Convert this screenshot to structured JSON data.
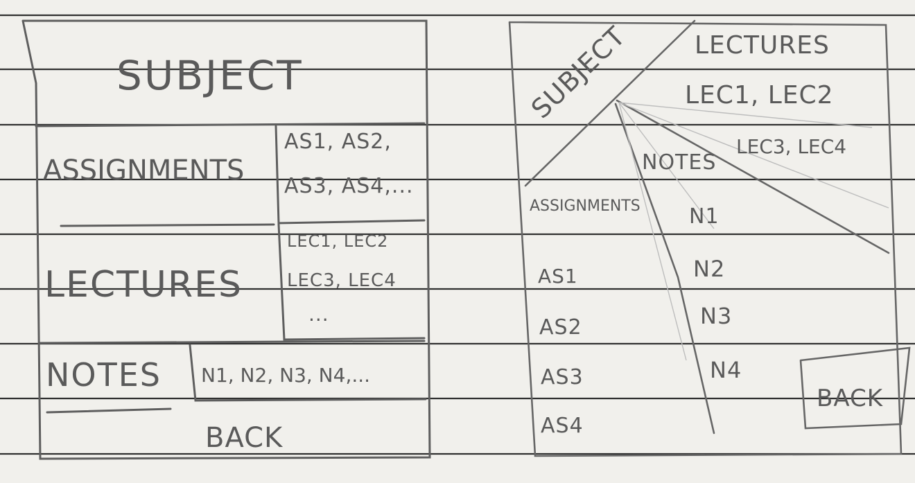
{
  "left_sketch": {
    "title": "SUBJECT",
    "assignments_label": "ASSIGNMENTS",
    "assignments_list": [
      "AS1, AS2,",
      "AS3, AS4,..."
    ],
    "lectures_label": "LECTURES",
    "lectures_list": [
      "LEC1, LEC2",
      "LEC3, LEC4",
      "..."
    ],
    "notes_label": "NOTES",
    "notes_list": "N1, N2, N3, N4,...",
    "back_label": "BACK"
  },
  "right_sketch": {
    "subject_label": "SUBJECT",
    "lectures_label": "LECTURES",
    "lectures_row1": "LEC1, LEC2",
    "lectures_row2": "LEC3, LEC4",
    "notes_label": "NOTES",
    "notes_items": [
      "N1",
      "N2",
      "N3",
      "N4"
    ],
    "assignments_label": "ASSIGNMENTS",
    "assignment_items": [
      "AS1",
      "AS2",
      "AS3",
      "AS4"
    ],
    "back_label": "BACK"
  }
}
